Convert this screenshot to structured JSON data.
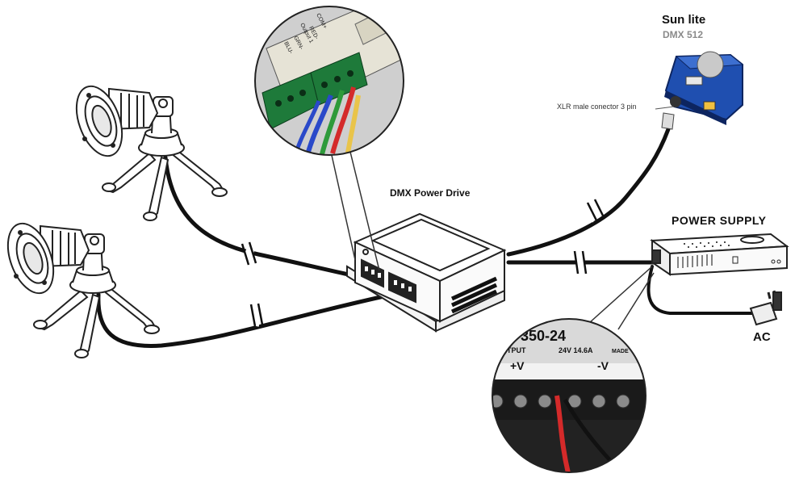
{
  "labels": {
    "controller_name": "Sun lite",
    "controller_model": "DMX 512",
    "xlr_note": "XLR male conector 3 pin",
    "power_drive": "DMX Power Drive",
    "power_supply": "POWER SUPPLY",
    "ac": "AC"
  },
  "terminal_zoom": {
    "output_label": "Output 1",
    "pins": [
      "COM+",
      "RED-",
      "GRN-",
      "BLU-"
    ]
  },
  "psu_zoom": {
    "model": "350-24",
    "output_text": "TPUT",
    "rating": "24V 14.6A",
    "made_text": "MADE",
    "positive": "+V",
    "negative": "-V"
  },
  "colors": {
    "wire": "#111111",
    "wire_red": "#d42a2a",
    "wire_green": "#2e9a3a",
    "wire_blue": "#2a49c9",
    "controller_blue": "#1f4fb0",
    "terminal_green": "#1e7a3a"
  }
}
